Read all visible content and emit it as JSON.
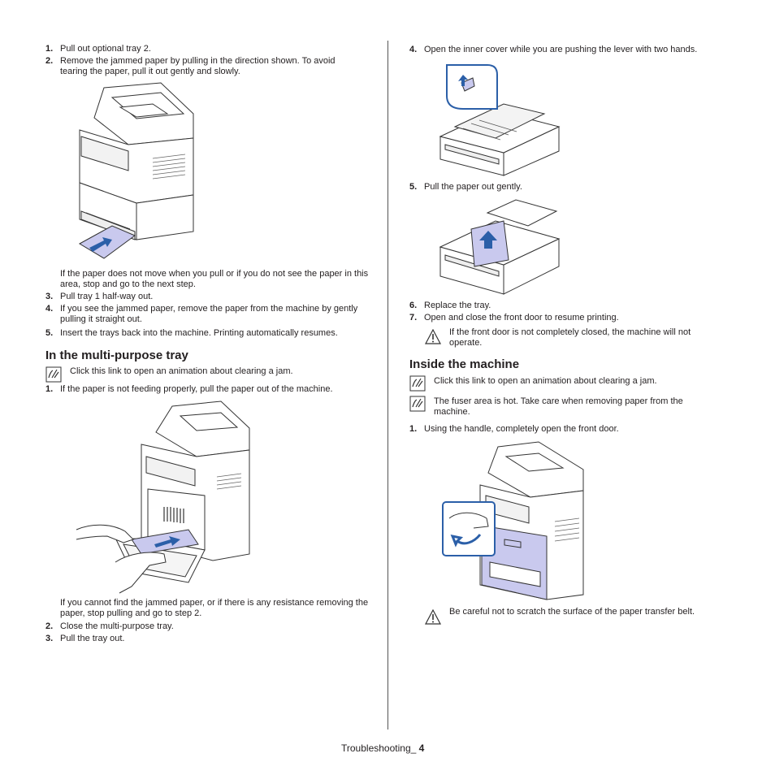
{
  "left": {
    "steps_a": [
      {
        "num": "1.",
        "text": "Pull out optional tray 2."
      },
      {
        "num": "2.",
        "text": "Remove the jammed paper by pulling in the direction shown. To avoid tearing the paper, pull it out gently and slowly."
      }
    ],
    "para_after_fig1": "If the paper does not move when you pull or if you do not see the paper in this area, stop and go to the next step.",
    "steps_b": [
      {
        "num": "3.",
        "text": "Pull tray 1 half-way out."
      },
      {
        "num": "4.",
        "text": "If you see the jammed paper, remove the paper from the machine by gently pulling it straight out."
      },
      {
        "num": "5.",
        "text": "Insert the trays back into the machine. Printing automatically resumes."
      }
    ],
    "mp_heading": "In the multi-purpose tray",
    "mp_note": "Click this link to open an animation about clearing a jam.",
    "mp_step1": {
      "num": "1.",
      "text": "If the paper is not feeding properly, pull the paper out of the machine."
    },
    "para_after_fig2": "If you cannot find the jammed paper, or if there is any resistance removing the paper, stop pulling and go to step 2.",
    "steps_c": [
      {
        "num": "2.",
        "text": "Close the multi-purpose tray."
      },
      {
        "num": "3.",
        "text": "Pull the tray out."
      }
    ]
  },
  "right": {
    "step4": {
      "num": "4.",
      "text": "Open the inner cover while you are pushing the lever with two hands."
    },
    "step5": {
      "num": "5.",
      "text": "Pull the paper out gently."
    },
    "step6": {
      "num": "6.",
      "text": "Replace the tray."
    },
    "step7": {
      "num": "7.",
      "text": "Open and close the front door to resume printing."
    },
    "warn1": "If the front door is not completely closed, the machine will not operate.",
    "im_heading": "Inside the machine",
    "im_note1": "Click this link to open an animation about clearing a jam.",
    "im_note2": "The fuser area is hot. Take care when removing paper from the machine.",
    "im_step1": {
      "num": "1.",
      "text": "Using the handle, completely open the front door."
    },
    "warn2": "Be careful not to scratch the surface of the paper transfer belt."
  },
  "footer": {
    "label": "Troubleshooting_",
    "page": "4"
  },
  "colors": {
    "accent_blue": "#2b5fa8",
    "paper_fill": "#c9c9ee",
    "text": "#231f20"
  }
}
